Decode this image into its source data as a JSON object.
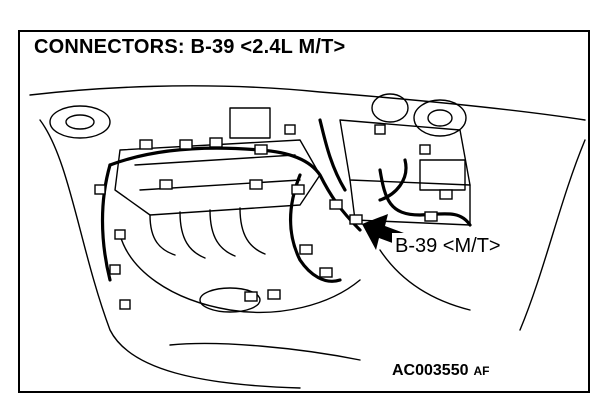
{
  "title": "CONNECTORS: B-39 <2.4L M/T>",
  "callout_label": "B-39 <M/T>",
  "figure_code": "AC003550",
  "figure_suffix": "AF",
  "colors": {
    "ink": "#000000",
    "paper": "#ffffff"
  }
}
